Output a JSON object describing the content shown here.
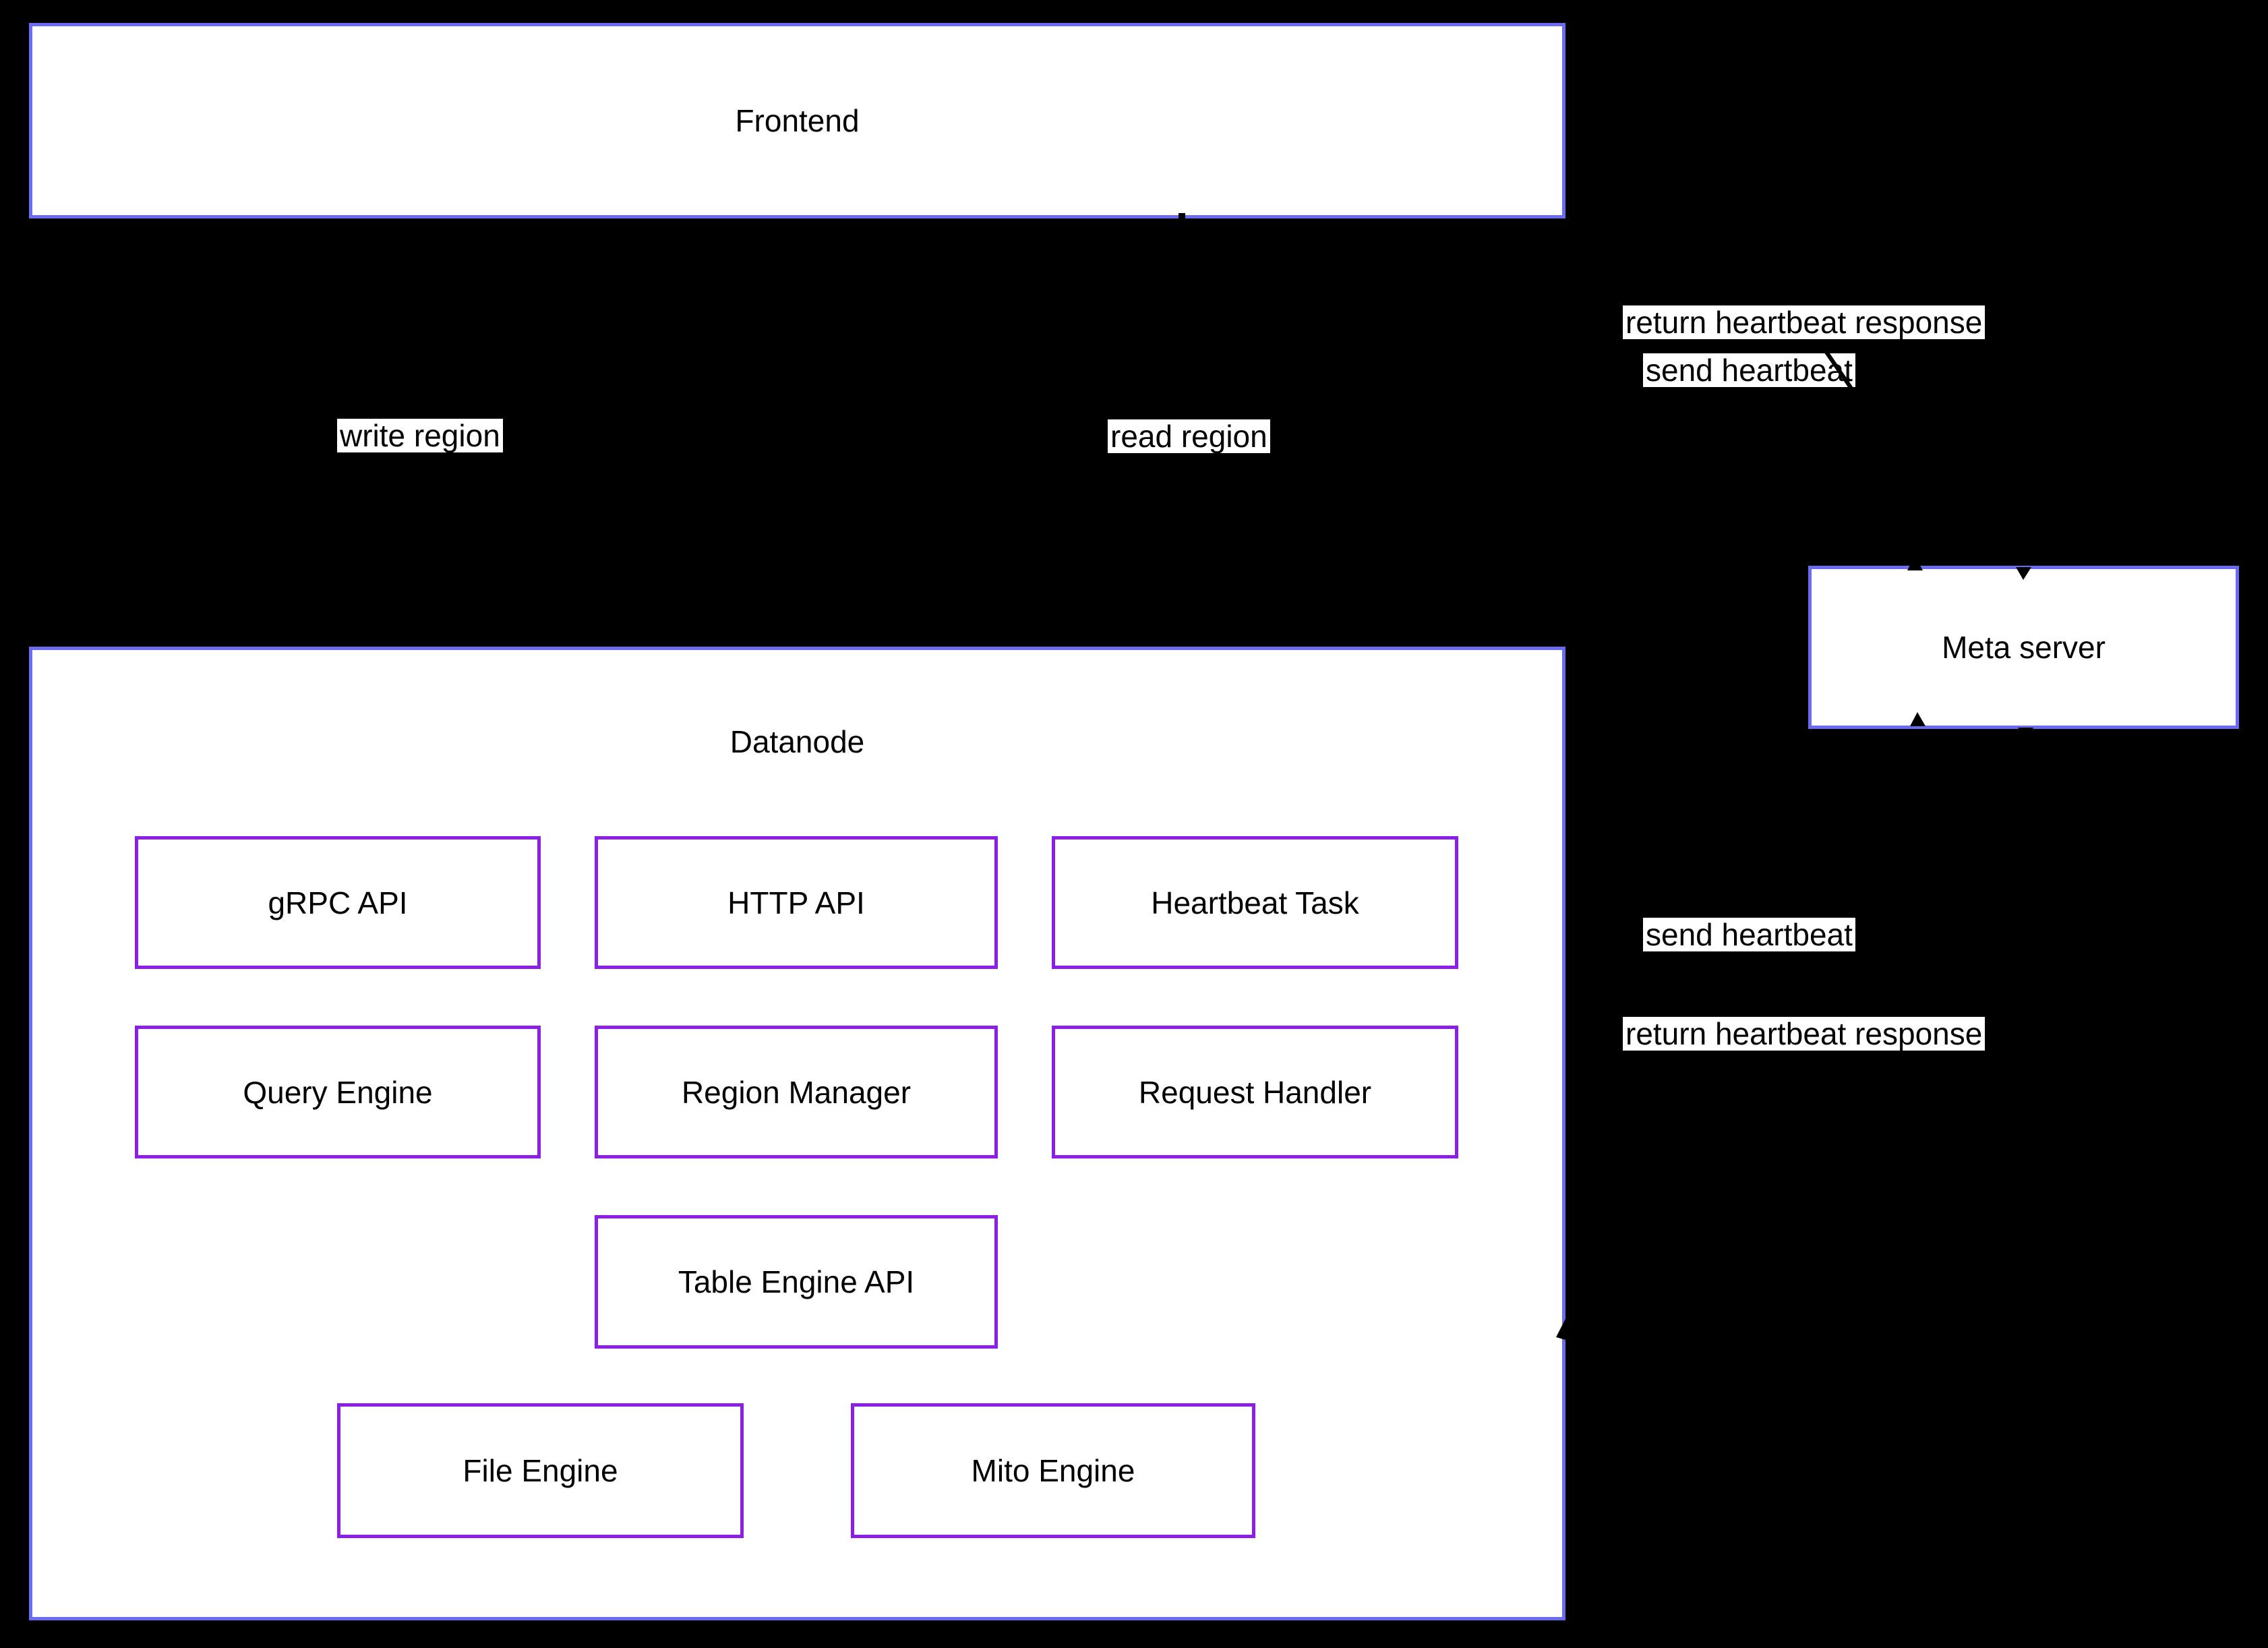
{
  "diagram": {
    "frontend": {
      "label": "Frontend"
    },
    "datanode": {
      "label": "Datanode",
      "components": [
        {
          "label": "gRPC API"
        },
        {
          "label": "HTTP API"
        },
        {
          "label": "Heartbeat Task"
        },
        {
          "label": "Query Engine"
        },
        {
          "label": "Region Manager"
        },
        {
          "label": "Request Handler"
        },
        {
          "label": "Table Engine API"
        },
        {
          "label": "File Engine"
        },
        {
          "label": "Mito Engine"
        }
      ]
    },
    "meta_server": {
      "label": "Meta server"
    },
    "edge_labels": {
      "write_region": "write region",
      "read_region": "read region",
      "send_heartbeat_top": "send heartbeat",
      "return_heartbeat_top": "return heartbeat response",
      "send_heartbeat_mid": "send heartbeat",
      "return_heartbeat_mid": "return heartbeat response"
    },
    "colors": {
      "background": "#000000",
      "box_fill": "#FFFFFF",
      "outer_border": "#6C6CF3",
      "inner_border": "#8B1FE8",
      "text": "#000000",
      "label_background": "#FFFFFF"
    }
  }
}
